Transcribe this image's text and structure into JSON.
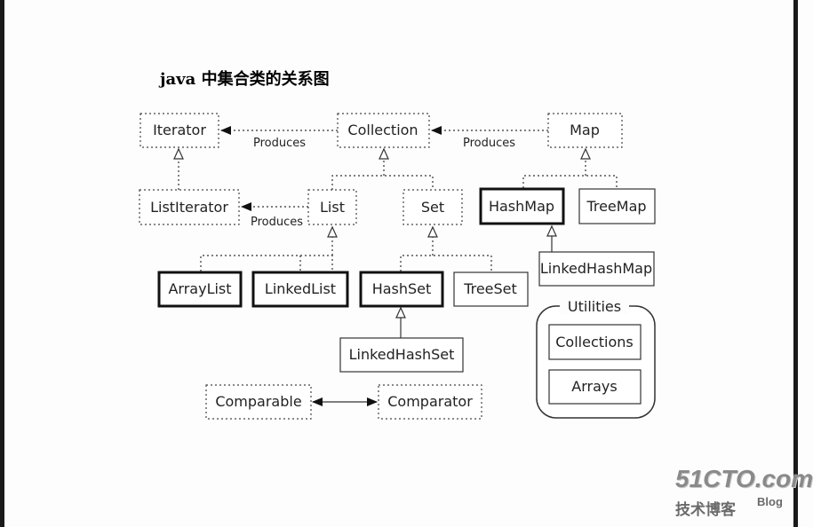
{
  "title": "java 中集合类的关系图",
  "boxes": {
    "iterator": "Iterator",
    "collection": "Collection",
    "map": "Map",
    "list_iterator": "ListIterator",
    "list": "List",
    "set": "Set",
    "hashmap": "HashMap",
    "treemap": "TreeMap",
    "linkedhashmap": "LinkedHashMap",
    "arraylist": "ArrayList",
    "linkedlist": "LinkedList",
    "hashset": "HashSet",
    "treeset": "TreeSet",
    "linkedhashset": "LinkedHashSet",
    "comparable": "Comparable",
    "comparator": "Comparator",
    "collections": "Collections",
    "arrays": "Arrays"
  },
  "edge_labels": {
    "collection_iterator": "Produces",
    "map_collection": "Produces",
    "list_listiterator": "Produces"
  },
  "utilities_label": "Utilities",
  "watermark": {
    "site": "51CTO.com",
    "sub": "技术博客",
    "blog": "Blog"
  }
}
